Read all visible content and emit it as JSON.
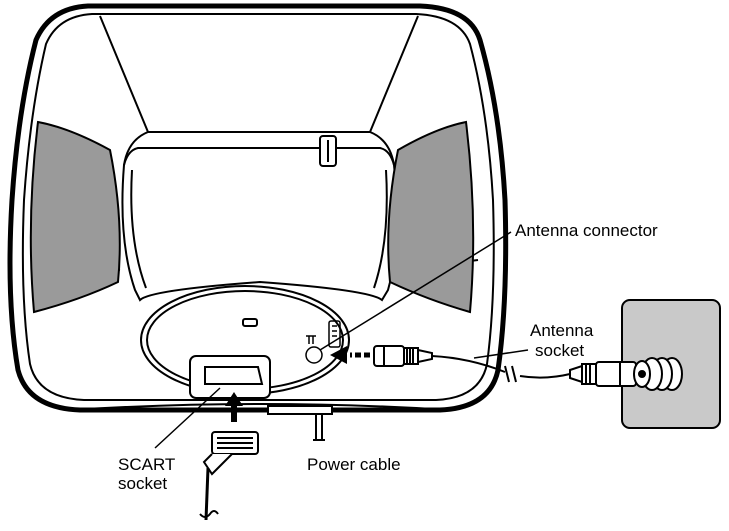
{
  "labels": {
    "antenna_connector": "Antenna connector",
    "antenna_socket_line1": "Antenna",
    "antenna_socket_line2": "socket",
    "scart_socket_line1": "SCART",
    "scart_socket_line2": "socket",
    "power_cable": "Power cable"
  },
  "colors": {
    "outline": "#000000",
    "side_panel": "#9a9a9a",
    "wall_plate": "#c9c9c9",
    "background": "#ffffff"
  }
}
